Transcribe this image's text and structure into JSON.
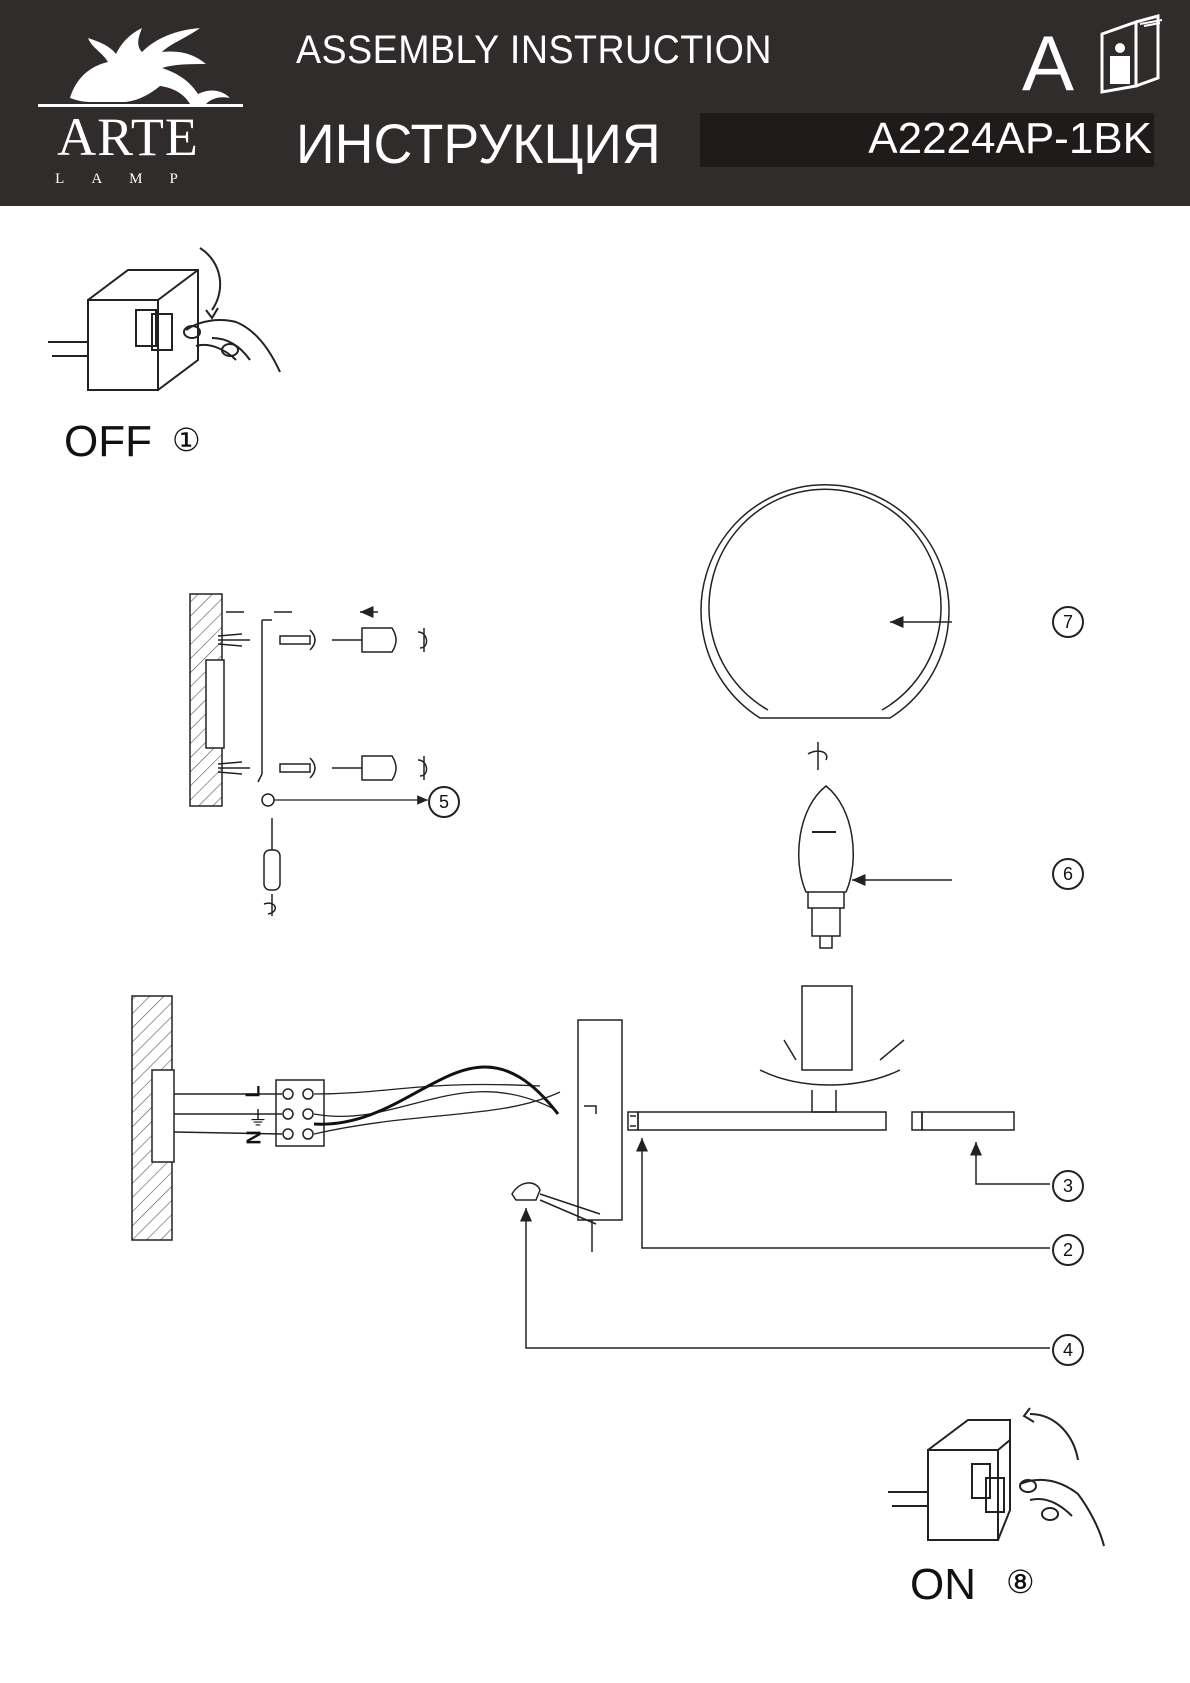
{
  "header": {
    "brand_name": "ARTE",
    "brand_sub": "LAMP",
    "title_en": "ASSEMBLY INSTRUCTION",
    "title_ru": "ИНСТРУКЦИЯ",
    "doc_letter": "A",
    "model": "A2224AP-1BK",
    "info_icon": "info-book-icon"
  },
  "steps": {
    "off_label": "OFF",
    "off_num": "①",
    "on_label": "ON",
    "on_num": "⑧"
  },
  "callouts": [
    "2",
    "3",
    "4",
    "5",
    "6",
    "7"
  ],
  "wiring": {
    "terminal_labels": [
      "L",
      "⏚",
      "N"
    ]
  },
  "colors": {
    "header_bg": "#2f2c2b",
    "model_bg": "#1e1b1a",
    "line": "#222222"
  }
}
